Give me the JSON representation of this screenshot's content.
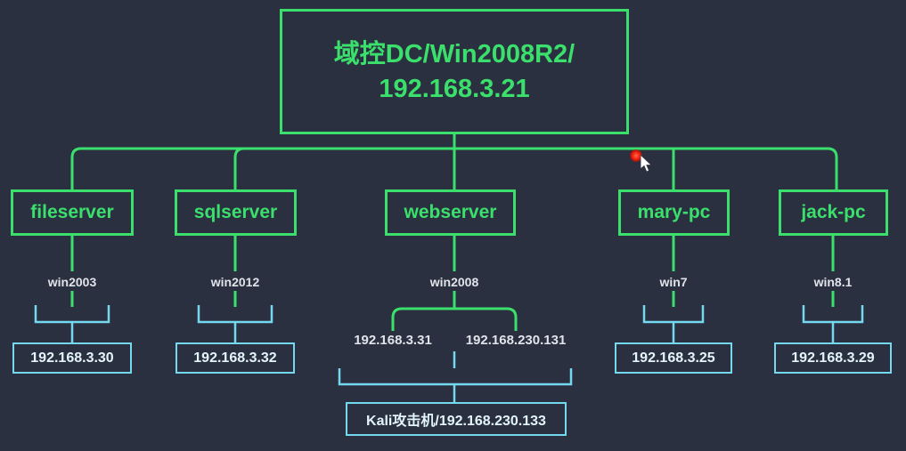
{
  "diagram": {
    "title_root": {
      "line1": "域控DC/Win2008R2/",
      "line2": "192.168.3.21"
    },
    "colors": {
      "background": "#2b3040",
      "green": "#3ae06b",
      "cyan": "#74d9ee",
      "text_light": "#dfe3ea",
      "click_marker": "#f01c07"
    },
    "hosts": [
      {
        "name": "fileserver",
        "os": "win2003",
        "ip_label": "192.168.3.30"
      },
      {
        "name": "sqlserver",
        "os": "win2012",
        "ip_label": "192.168.3.32"
      },
      {
        "name": "webserver",
        "os": "win2008",
        "ip_left": "192.168.3.31",
        "ip_right": "192.168.230.131"
      },
      {
        "name": "mary-pc",
        "os": "win7",
        "ip_label": "192.168.3.25"
      },
      {
        "name": "jack-pc",
        "os": "win8.1",
        "ip_label": "192.168.3.29"
      }
    ],
    "attacker": {
      "label": "Kali攻击机/192.168.230.133"
    },
    "cursor": {
      "icon": "mouse-pointer-icon",
      "click_marker_icon": "red-click-dot-icon"
    }
  }
}
